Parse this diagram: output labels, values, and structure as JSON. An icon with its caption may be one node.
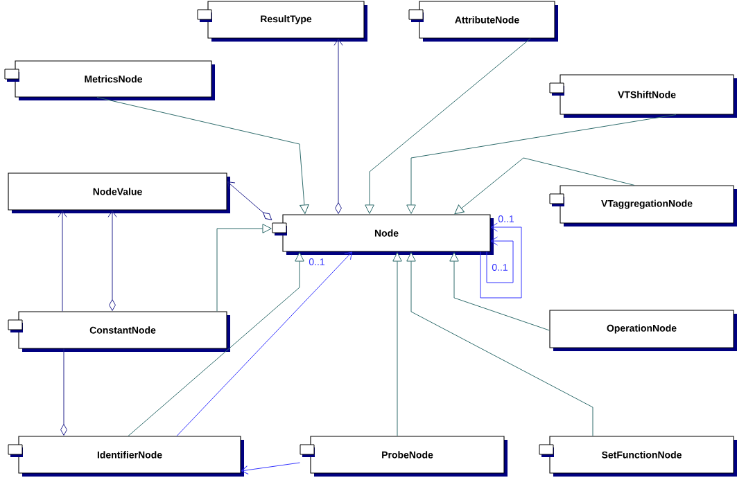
{
  "diagram": {
    "nodes": [
      {
        "text": [
          "ResultType"
        ]
      },
      {
        "text": [
          "AttributeNode"
        ]
      },
      {
        "text": [
          "MetricsNode"
        ]
      },
      {
        "text": [
          "VTShiftNode"
        ]
      },
      {
        "text": [
          "NodeValue"
        ]
      },
      {
        "text": [
          "VTaggregationNode"
        ]
      },
      {
        "text": [
          "Node"
        ]
      },
      {
        "text": [
          "ConstantNode"
        ]
      },
      {
        "text": [
          "OperationNode"
        ]
      },
      {
        "text": [
          "IdentifierNode"
        ]
      },
      {
        "text": [
          "ProbeNode"
        ]
      },
      {
        "text": [
          "SetFunctionNode"
        ]
      }
    ],
    "edges": [
      {
        "from": 2,
        "to": 6,
        "arrow": "to"
      },
      {
        "from": 6,
        "to": 0,
        "arrow": "to",
        "color": "#20208c"
      },
      {
        "from": 1,
        "to": 6,
        "arrow": "to"
      },
      {
        "from": 3,
        "to": 6,
        "arrow": "to"
      },
      {
        "from": 5,
        "to": 6,
        "arrow": "to"
      },
      {
        "from": 6,
        "to": 4,
        "arrow": "to",
        "color": "#20208c"
      },
      {
        "from": 7,
        "to": 6,
        "arrow": "to"
      },
      {
        "from": 7,
        "to": 4,
        "arrow": "to",
        "color": "#20208c"
      },
      {
        "from": 7,
        "to": 4,
        "arrow": "to",
        "color": "#20208c"
      },
      {
        "from": 7,
        "to": 9,
        "arrow": "other",
        "color": "#20208c"
      },
      {
        "from": 9,
        "to": 6,
        "arrow": "to"
      },
      {
        "from": 9,
        "to": 6,
        "arrow": "to",
        "label": "0..1",
        "color": "#3333ff"
      },
      {
        "from": 10,
        "to": 6,
        "arrow": "to"
      },
      {
        "from": 11,
        "to": 6,
        "arrow": "to"
      },
      {
        "from": 8,
        "to": 6,
        "arrow": "to"
      },
      {
        "from": 6,
        "to": 6,
        "arrow": "to",
        "label": "0..1",
        "color": "#3333ff"
      },
      {
        "from": 6,
        "to": 6,
        "arrow": "to",
        "label": "0..1",
        "color": "#3333ff"
      },
      {
        "from": 10,
        "to": 9,
        "arrow": "to",
        "color": "#3333ff"
      }
    ]
  }
}
